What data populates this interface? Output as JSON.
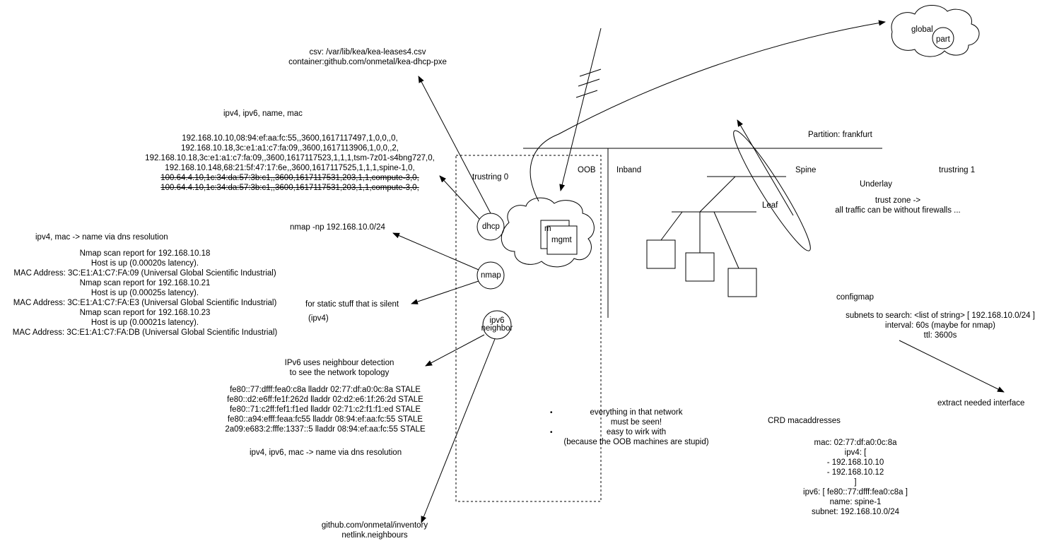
{
  "cloud_global": {
    "label": "global",
    "part": "part"
  },
  "dhcp": {
    "csv": "csv: /var/lib/kea/kea-leases4.csv",
    "container": "container:github.com/onmetal/kea-dhcp-pxe",
    "fields": "ipv4, ipv6, name, mac",
    "leases": [
      "192.168.10.10,08:94:ef:aa:fc:55,,3600,1617117497,1,0,0,,0,",
      "192.168.10.18,3c:e1:a1:c7:fa:09,,3600,1617113906,1,0,0,,2,",
      "192.168.10.18,3c:e1:a1:c7:fa:09,,3600,1617117523,1,1,1,tsm-7z01-s4bng727,0,",
      "192.168.10.148,68:21:5f:47:17:6e,,3600,1617117525,1,1,1,spine-1,0,"
    ],
    "leases_struck": [
      "100.64.4.10,1c:34:da:57:3b:c1,,3600,1617117531,203,1,1,compute-3,0,",
      "100.64.4.10,1c:34:da:57:3b:c1,,3600,1617117531,203,1,1,compute-3,0,"
    ]
  },
  "nmap": {
    "command": "nmap -np 192.168.10.0/24",
    "resolution": "ipv4, mac -> name via dns resolution",
    "report": [
      "Nmap scan report for 192.168.10.18",
      "Host is up (0.00020s latency).",
      "MAC Address: 3C:E1:A1:C7:FA:09 (Universal Global Scientific Industrial)",
      "Nmap scan report for 192.168.10.21",
      "Host is up (0.00025s latency).",
      "MAC Address: 3C:E1:A1:C7:FA:E3 (Universal Global Scientific Industrial)",
      "Nmap scan report for 192.168.10.23",
      "Host is up (0.00021s latency).",
      "MAC Address: 3C:E1:A1:C7:FA:DB (Universal Global Scientific Industrial)"
    ],
    "static_note": "for static stuff that is silent",
    "static_proto": "(ipv4)"
  },
  "ipv6": {
    "detection": [
      "IPv6 uses neighbour detection",
      "to see the network topology"
    ],
    "neighbours": [
      "fe80::77:dfff:fea0:c8a lladdr 02:77:df:a0:0c:8a STALE",
      "fe80::d2:e6ff:fe1f:262d lladdr 02:d2:e6:1f:26:2d STALE",
      "fe80::71:c2ff:fef1:f1ed lladdr 02:71:c2:f1:f1:ed STALE",
      "fe80::a94:efff:feaa:fc55 lladdr 08:94:ef:aa:fc:55 STALE",
      "2a09:e683:2:fffe:1337::5 lladdr 08:94:ef:aa:fc:55 STALE"
    ],
    "resolution": "ipv4, ipv6, mac -> name via dns resolution",
    "source": [
      "github.com/onmetal/inventory",
      "netlink.neighbours"
    ]
  },
  "nodes": {
    "dhcp": "dhcp",
    "nmap": "nmap",
    "ipv6_line1": "ipv6",
    "ipv6_line2": "neighbor",
    "mgmt": "mgmt",
    "mgmt_back": "m"
  },
  "zones": {
    "trustring0": "trustring 0",
    "oob": "OOB",
    "inband": "Inband",
    "partition": "Partition: frankfurt",
    "spine": "Spine",
    "leaf": "Leaf",
    "trustring1": "trustring 1",
    "underlay": "Underlay",
    "trust_zone": [
      "trust zone ->",
      "all traffic can be without firewalls ..."
    ]
  },
  "notes": {
    "bullet1": [
      "everything in that network",
      "must be seen!"
    ],
    "bullet2": [
      "easy to wirk with",
      "(because the OOB machines are stupid)"
    ]
  },
  "configmap": {
    "title": "configmap",
    "lines": [
      "subnets to search:  <list of string>  [ 192.168.10.0/24 ]",
      "interval: 60s (maybe for nmap)",
      "ttl: 3600s"
    ],
    "extract": "extract needed interface"
  },
  "crd": {
    "title": "CRD macaddresses",
    "lines": [
      "mac:  02:77:df:a0:0c:8a",
      "ipv4: [",
      "- 192.168.10.10",
      "- 192.168.10.12",
      "]",
      "ipv6: [ fe80::77:dfff:fea0:c8a ]",
      "name: spine-1",
      "subnet: 192.168.10.0/24"
    ]
  }
}
